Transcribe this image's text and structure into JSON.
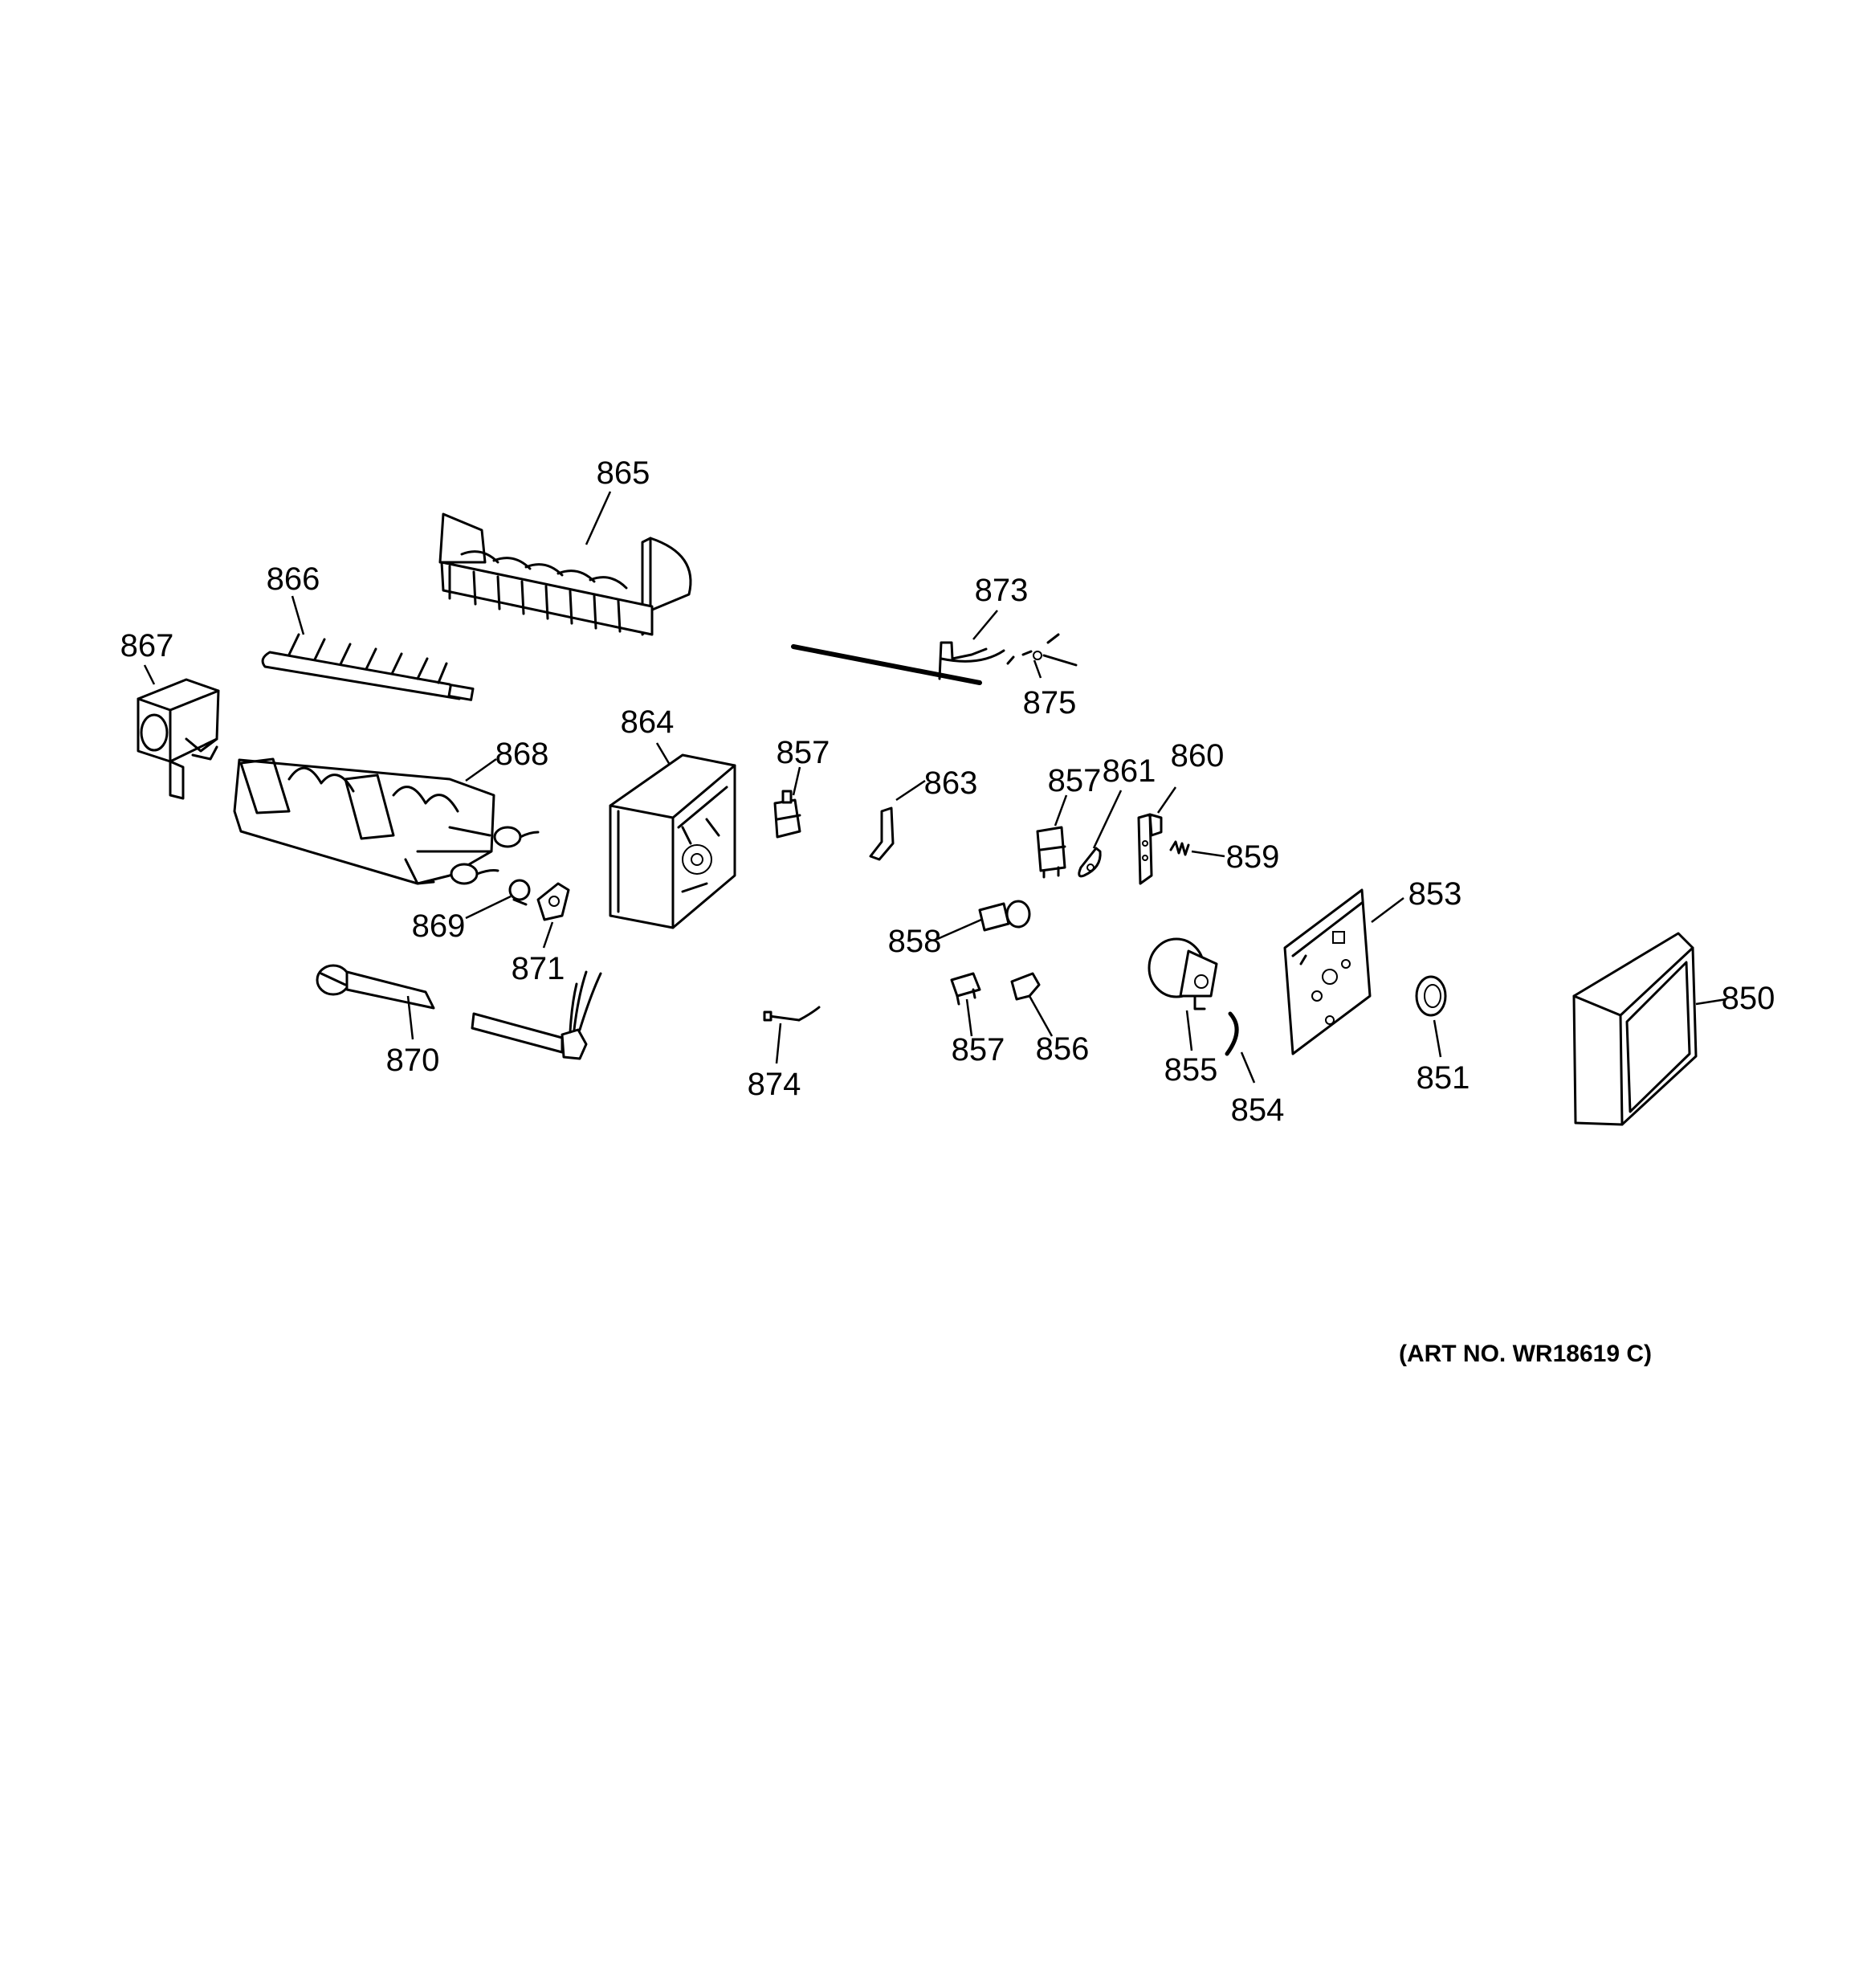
{
  "diagram": {
    "art_number": "(ART NO. WR18619 C)",
    "callouts": {
      "c865": "865",
      "c866": "866",
      "c867": "867",
      "c868": "868",
      "c873": "873",
      "c875": "875",
      "c864": "864",
      "c857a": "857",
      "c863": "863",
      "c857b": "857",
      "c861": "861",
      "c860": "860",
      "c859": "859",
      "c853": "853",
      "c869": "869",
      "c871": "871",
      "c858": "858",
      "c850": "850",
      "c870": "870",
      "c874": "874",
      "c857c": "857",
      "c856": "856",
      "c855": "855",
      "c854": "854",
      "c851": "851"
    }
  }
}
